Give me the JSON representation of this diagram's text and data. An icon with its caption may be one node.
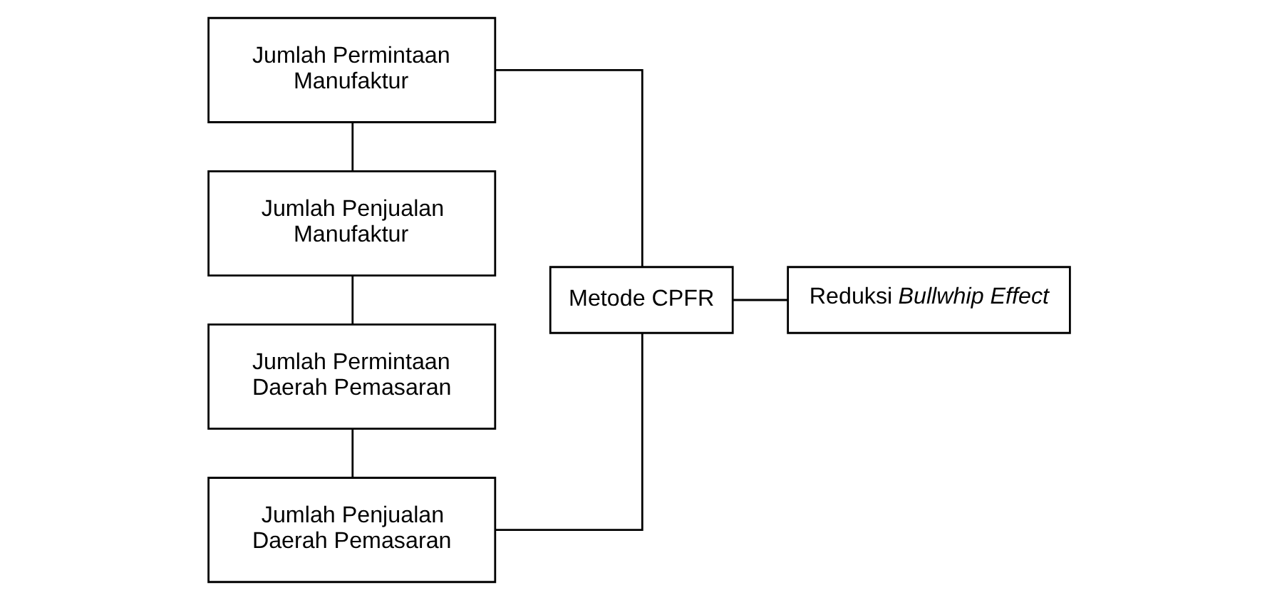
{
  "diagram": {
    "nodes": [
      {
        "text": [
          "Jumlah Permintaan Manufaktur"
        ]
      },
      {
        "text": [
          "Jumlah Penjualan Manufaktur"
        ]
      },
      {
        "text": [
          "Jumlah Permintaan Daerah Pemasaran"
        ]
      },
      {
        "text": [
          "Jumlah Penjualan Daerah Pemasaran"
        ]
      },
      {
        "text": [
          "Metode CPFR"
        ]
      },
      {
        "text": [
          "Reduksi *Bullwhip Effect*"
        ]
      }
    ],
    "edges": [
      {
        "from": 0,
        "to": 1,
        "arrow": "none"
      },
      {
        "from": 1,
        "to": 2,
        "arrow": "none"
      },
      {
        "from": 2,
        "to": 3,
        "arrow": "none"
      },
      {
        "from": 0,
        "to": 4,
        "arrow": "none"
      },
      {
        "from": 3,
        "to": 4,
        "arrow": "none"
      },
      {
        "from": 4,
        "to": 5,
        "arrow": "none"
      }
    ]
  }
}
